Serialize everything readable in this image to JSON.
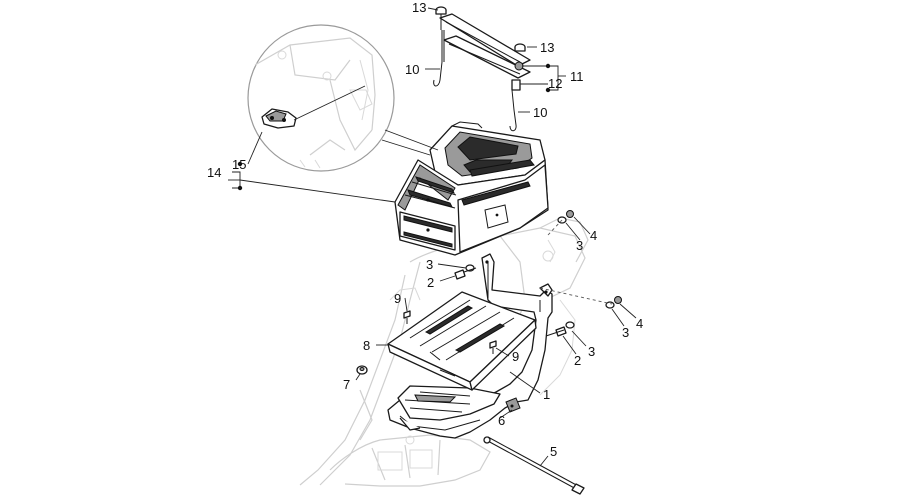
{
  "callouts": {
    "c13a": "13",
    "c13b": "13",
    "c10a": "10",
    "c10b": "10",
    "c11": "11",
    "c12": "12",
    "c14": "14",
    "c15": "15",
    "c4a": "4",
    "c3a": "3",
    "c3b": "3",
    "c2a": "2",
    "c9a": "9",
    "c9b": "9",
    "c8": "8",
    "c7": "7",
    "c1": "1",
    "c6": "6",
    "c3c": "3",
    "c4b": "4",
    "c2b": "2",
    "c3d": "3",
    "c5": "5"
  }
}
